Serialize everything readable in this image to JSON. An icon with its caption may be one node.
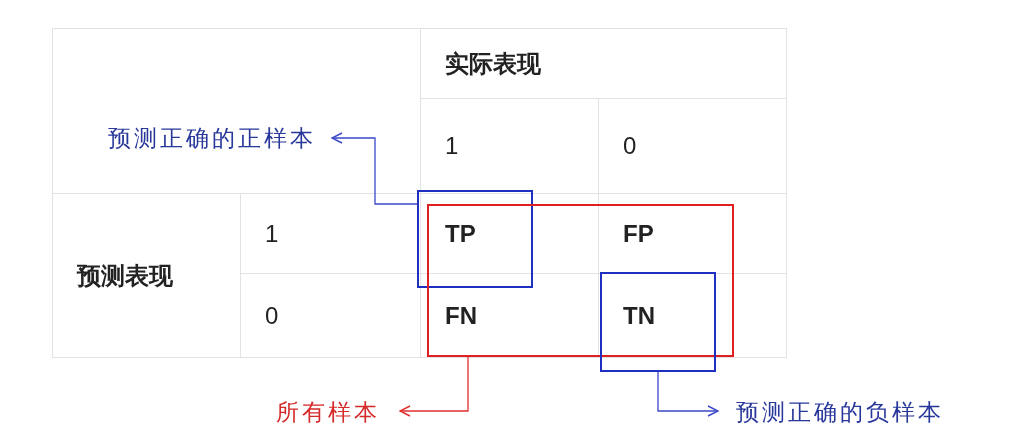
{
  "diagram": {
    "nodes": [
      {
        "text": [
          "预测正确的正样本"
        ]
      },
      {
        "text": [],
        "shape": "box"
      },
      {
        "text": [],
        "shape": "box"
      },
      {
        "text": [
          "所有样本"
        ]
      },
      {
        "text": [],
        "shape": "box"
      },
      {
        "text": [
          "预测正确的负样本"
        ]
      }
    ],
    "edges": [
      {
        "from": 1,
        "to": 0,
        "arrow": "to"
      },
      {
        "from": 2,
        "to": 3,
        "arrow": "to",
        "color": "#e03030"
      },
      {
        "from": 4,
        "to": 5,
        "arrow": "to"
      }
    ],
    "labels": [
      "实际表现",
      "1",
      "0",
      "预测表现",
      "1",
      "TP",
      "FP",
      "0",
      "FN",
      "TN"
    ]
  }
}
